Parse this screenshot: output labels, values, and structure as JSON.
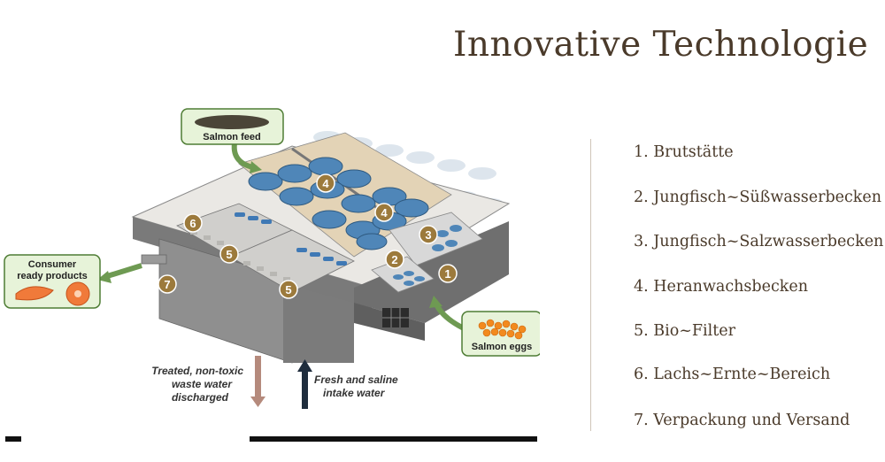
{
  "page": {
    "title": "Innovative Technologie"
  },
  "legend": {
    "items": [
      "1. Brutstätte",
      "2. Jungfisch~Süßwasserbecken",
      "3. Jungfisch~Salzwasserbecken",
      "4. Heranwachsbecken",
      "5. Bio~Filter",
      "6. Lachs~Ernte~Bereich",
      "7. Verpackung und Versand"
    ]
  },
  "diagram": {
    "callouts": {
      "feed": "Salmon feed",
      "consumer_line1": "Consumer",
      "consumer_line2": "ready products",
      "eggs": "Salmon eggs"
    },
    "flows": {
      "out_line1": "Treated, non-toxic",
      "out_line2": "waste water",
      "out_line3": "discharged",
      "in_line1": "Fresh and saline",
      "in_line2": "intake water"
    },
    "markers": {
      "m1": "1",
      "m2": "2",
      "m3": "3",
      "m4a": "4",
      "m4b": "4",
      "m5a": "5",
      "m5b": "5",
      "m6": "6",
      "m7": "7"
    },
    "colors": {
      "marker": "#9c7a3c",
      "callout_fill": "#e7f3d9",
      "callout_stroke": "#4f7d35",
      "tank_water": "#4f86b8",
      "wall": "#6f6f6f",
      "outflow_arrow": "#b58a7c",
      "inflow_arrow": "#1f2d3d"
    }
  }
}
